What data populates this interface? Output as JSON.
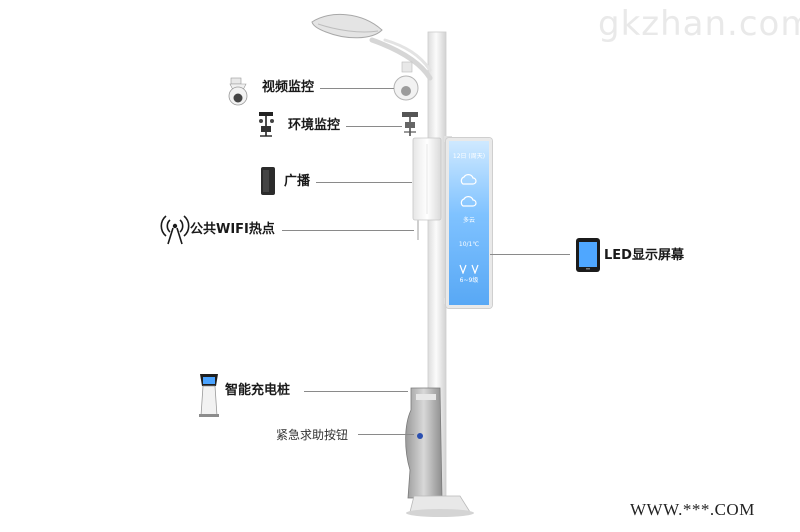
{
  "watermark_top": "gkzhan.com",
  "watermark_bottom": "WWW.***.COM",
  "labels": {
    "video": "视频监控",
    "environment": "环境监控",
    "broadcast": "广播",
    "wifi": "公共WIFI热点",
    "led": "LED显示屏幕",
    "charger": "智能充电桩",
    "sos": "紧急求助按钮"
  },
  "screen": {
    "date": "12日 (周天)",
    "weather": "多云",
    "temp": "10/1℃",
    "wind": "6~9级"
  },
  "icons": {
    "video": "dome-camera-icon",
    "environment": "weather-station-icon",
    "broadcast": "speaker-icon",
    "wifi": "wifi-antenna-icon",
    "led": "tablet-display-icon",
    "charger": "charging-kiosk-icon"
  },
  "colors": {
    "screen_gradient_top": "#cfe9ff",
    "screen_gradient_bottom": "#58a8f5",
    "leader_line": "#8a8a8a",
    "pole": "#eeeeee"
  }
}
